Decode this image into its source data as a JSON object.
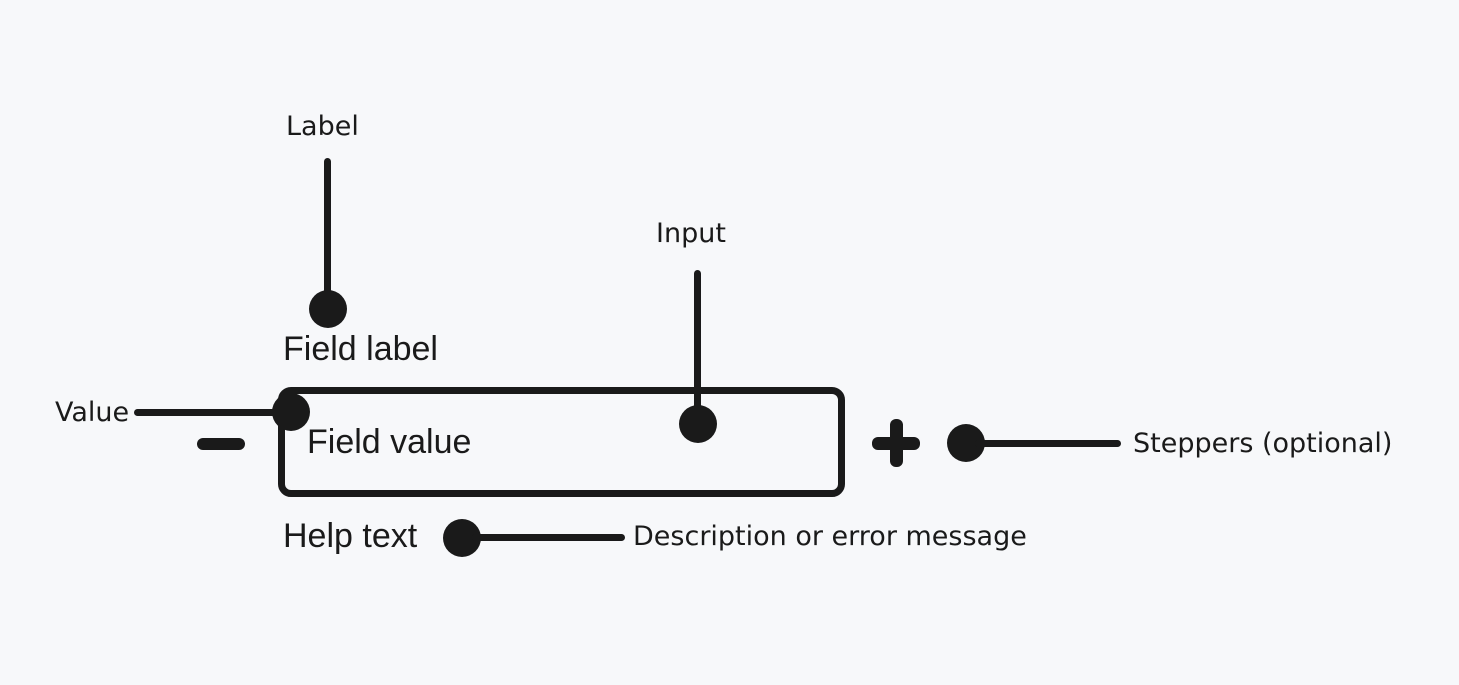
{
  "colors": {
    "background": "#f7f8fa",
    "ink": "#1a1a1a"
  },
  "component": {
    "field_label": "Field label",
    "field_value": "Field value",
    "help_text": "Help text"
  },
  "icons": {
    "decrement": "minus-icon",
    "increment": "plus-icon",
    "connector": "dot-marker"
  },
  "annotations": {
    "label": "Label",
    "input": "Input",
    "value": "Value",
    "steppers": "Steppers (optional)",
    "help": "Description or error message"
  }
}
